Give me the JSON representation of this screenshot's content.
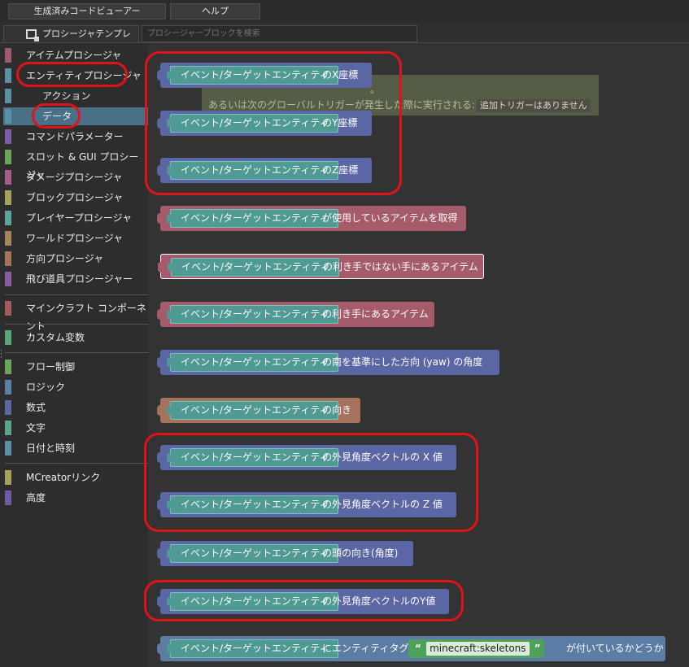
{
  "toolbar": {
    "generated_code_viewer": "生成済みコードビューアー",
    "help": "ヘルプ"
  },
  "tabs": {
    "procedure_template": "プロシージャテンプレート",
    "search_placeholder": "プロシージャーブロックを検索"
  },
  "sidebar": {
    "items": [
      {
        "label": "アイテムプロシージャ",
        "color": "#9c5b6b"
      },
      {
        "label": "エンティティプロシージャ",
        "color": "#5b8fa5"
      },
      {
        "label": "アクション",
        "color": "#5b8fa5"
      },
      {
        "label": "データ",
        "color": "#5b8fa5"
      },
      {
        "label": "コマンドパラメーター",
        "color": "#7e5ba5"
      },
      {
        "label": "スロット & GUI プロシージャ",
        "color": "#6aa55b"
      },
      {
        "label": "ダメージプロシージャ",
        "color": "#a55b8c"
      },
      {
        "label": "ブロックプロシージャ",
        "color": "#a5a05b"
      },
      {
        "label": "プレイヤープロシージャ",
        "color": "#5ba59c"
      },
      {
        "label": "ワールドプロシージャ",
        "color": "#a5855b"
      },
      {
        "label": "方向プロシージャ",
        "color": "#a5735b"
      },
      {
        "label": "飛び道具プロシージャー",
        "color": "#8c5ba5"
      },
      {
        "label": "マインクラフト コンポーネント",
        "color": "#a55b5b"
      },
      {
        "label": "カスタム変数",
        "color": "#5ba57a"
      },
      {
        "label": "フロー制御",
        "color": "#6aa55b"
      },
      {
        "label": "ロジック",
        "color": "#5b80a5"
      },
      {
        "label": "数式",
        "color": "#5b67a5"
      },
      {
        "label": "文字",
        "color": "#5ba58c"
      },
      {
        "label": "日付と時刻",
        "color": "#5b8fa5"
      },
      {
        "label": "MCreatorリンク",
        "color": "#a5a05b"
      },
      {
        "label": "高度",
        "color": "#6b5ba5"
      }
    ]
  },
  "ghost": {
    "dot": "。",
    "text": "あるいは次のグローバルトリガーが発生した際に実行される:",
    "tag": "追加トリガーはありません"
  },
  "blocks": [
    {
      "input": "イベント/ターゲットエンティティ",
      "suffix": "のX座標"
    },
    {
      "input": "イベント/ターゲットエンティティ",
      "suffix": "のY座標"
    },
    {
      "input": "イベント/ターゲットエンティティ",
      "suffix": "のZ座標"
    },
    {
      "input": "イベント/ターゲットエンティティ",
      "suffix": "が使用しているアイテムを取得"
    },
    {
      "input": "イベント/ターゲットエンティティ",
      "suffix": "の利き手ではない手にあるアイテム"
    },
    {
      "input": "イベント/ターゲットエンティティ",
      "suffix": "の利き手にあるアイテム"
    },
    {
      "input": "イベント/ターゲットエンティティ",
      "suffix": "の南を基準にした方向 (yaw) の角度"
    },
    {
      "input": "イベント/ターゲットエンティティ",
      "suffix": "の向き"
    },
    {
      "input": "イベント/ターゲットエンティティ",
      "suffix": "の外見角度ベクトルの X 値"
    },
    {
      "input": "イベント/ターゲットエンティティ",
      "suffix": "の外見角度ベクトルの Z 値"
    },
    {
      "input": "イベント/ターゲットエンティティ",
      "suffix": "の頭の向き(角度)"
    },
    {
      "input": "イベント/ターゲットエンティティ",
      "suffix": "の外見角度ベクトルのY値"
    },
    {
      "input": "イベント/ターゲットエンティティ",
      "suffix": "にエンティティタグ",
      "string_open": "“",
      "string_value": "minecraft:skeletons",
      "string_close": "”",
      "suffix2": "が付いているかどうか"
    }
  ]
}
